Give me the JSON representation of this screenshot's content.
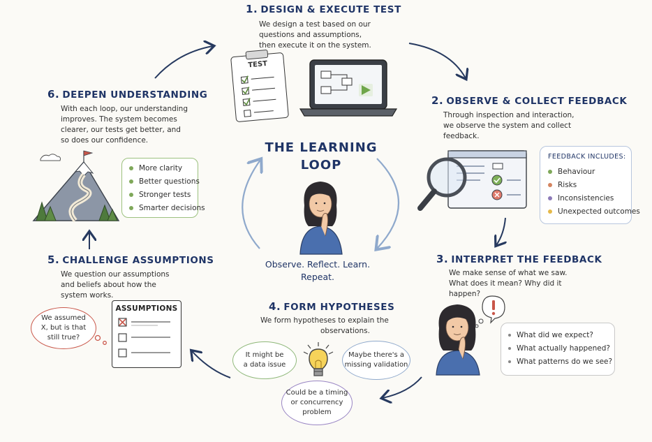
{
  "center": {
    "title_line1": "THE LEARNING",
    "title_line2": "LOOP",
    "subtitle_line1": "Observe. Reflect. Learn.",
    "subtitle_line2": "Repeat."
  },
  "step1": {
    "num": "1.",
    "title": "DESIGN & EXECUTE TEST",
    "desc": [
      "We design a test based on our",
      "questions and assumptions,",
      "then execute it on the system."
    ],
    "clipboard_label": "TEST"
  },
  "step2": {
    "num": "2.",
    "title": "OBSERVE & COLLECT FEEDBACK",
    "desc": [
      "Through inspection and interaction,",
      "we observe the system and collect",
      "feedback."
    ],
    "feedback_heading": "FEEDBACK INCLUDES:",
    "feedback_items": [
      "Behaviour",
      "Risks",
      "Inconsistencies",
      "Unexpected outcomes"
    ],
    "feedback_colors": [
      "#7fa85a",
      "#d4845f",
      "#8d7bb8",
      "#e5b94a"
    ]
  },
  "step3": {
    "num": "3.",
    "title": "INTERPRET THE FEEDBACK",
    "desc": [
      "We make sense of what we saw.",
      "What does it mean? Why did it",
      "happen?"
    ],
    "questions": [
      "What did we expect?",
      "What actually happened?",
      "What patterns do we see?"
    ]
  },
  "step4": {
    "num": "4.",
    "title": "FORM HYPOTHESES",
    "desc": [
      "We form hypotheses to explain the",
      "observations."
    ],
    "bubble_left": [
      "It might be",
      "a data issue"
    ],
    "bubble_right": [
      "Maybe there's a",
      "missing validation"
    ],
    "bubble_bottom": [
      "Could be a timing",
      "or concurrency",
      "problem"
    ]
  },
  "step5": {
    "num": "5.",
    "title": "CHALLENGE ASSUMPTIONS",
    "desc": [
      "We question our assumptions",
      "and beliefs about how the",
      "system works."
    ],
    "thought": [
      "We assumed",
      "X, but is that",
      "still true?"
    ],
    "card_title": "ASSUMPTIONS"
  },
  "step6": {
    "num": "6.",
    "title": "DEEPEN UNDERSTANDING",
    "desc": [
      "With each loop, our understanding",
      "improves. The system becomes",
      "clearer, our tests get better, and",
      "so does our confidence."
    ],
    "benefits": [
      "More clarity",
      "Better questions",
      "Stronger tests",
      "Smarter decisions"
    ]
  },
  "colors": {
    "title_navy": "#1f3466",
    "arrow_navy": "#26395f",
    "loop_blue": "#8fa9cc",
    "green": "#7fa85a",
    "red": "#c9574a",
    "purple": "#8d7bb8"
  }
}
